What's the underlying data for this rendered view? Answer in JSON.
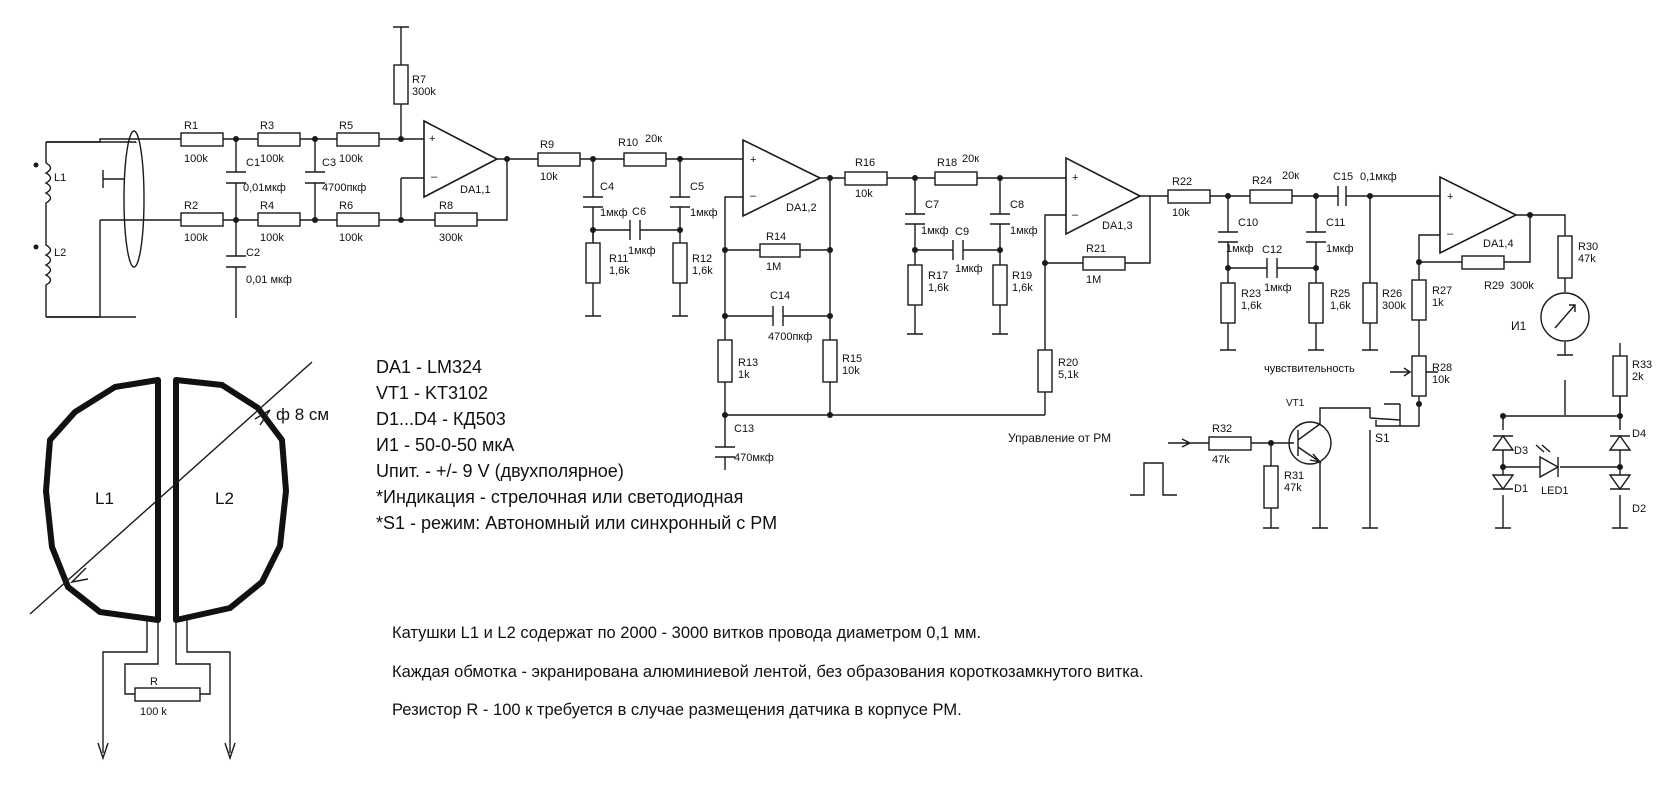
{
  "specs": [
    "DA1 - LM324",
    "VT1 - KT3102",
    "D1...D4 - КД503",
    "И1 - 50-0-50 мкА",
    "Uпит. - +/- 9 V (двухполярное)",
    "*Индикация - стрелочная или светодиодная",
    "*S1 - режим: Автономный или синхронный с РМ"
  ],
  "notes": [
    "Катушки L1 и L2 содержат по 2000 - 3000 витков  провода диаметром 0,1 мм.",
    "Каждая обмотка - экранирована алюминиевой лентой, без образования короткозамкнутого витка.",
    "Резистор R - 100 к требуется в случае размещения датчика в корпусе РМ."
  ],
  "sensor": {
    "coil_left": "L1",
    "coil_right": "L2",
    "diameter": "ф 8 см",
    "resistor_name": "R",
    "resistor_value": "100 k"
  },
  "labels": {
    "control_from_pm": "Управление от РМ",
    "sensitivity": "чувствительность",
    "switch": "S1",
    "transistor": "VT1",
    "meter": "И1"
  },
  "components": [
    {
      "ref": "R1",
      "value": "100k"
    },
    {
      "ref": "R2",
      "value": "100k"
    },
    {
      "ref": "R3",
      "value": "100k"
    },
    {
      "ref": "R4",
      "value": "100k"
    },
    {
      "ref": "R5",
      "value": "100k"
    },
    {
      "ref": "R6",
      "value": "100k"
    },
    {
      "ref": "R7",
      "value": "300k"
    },
    {
      "ref": "R8",
      "value": "300k"
    },
    {
      "ref": "R9",
      "value": "10k"
    },
    {
      "ref": "R10",
      "value": "20к"
    },
    {
      "ref": "R11",
      "value": "1,6k"
    },
    {
      "ref": "R12",
      "value": "1,6k"
    },
    {
      "ref": "R13",
      "value": "1k"
    },
    {
      "ref": "R14",
      "value": "1M"
    },
    {
      "ref": "R15",
      "value": "10k"
    },
    {
      "ref": "R16",
      "value": "10k"
    },
    {
      "ref": "R17",
      "value": "1,6k"
    },
    {
      "ref": "R18",
      "value": "20к"
    },
    {
      "ref": "R19",
      "value": "1,6k"
    },
    {
      "ref": "R20",
      "value": "5,1k"
    },
    {
      "ref": "R21",
      "value": "1M"
    },
    {
      "ref": "R22",
      "value": "10k"
    },
    {
      "ref": "R23",
      "value": "1,6k"
    },
    {
      "ref": "R24",
      "value": "20к"
    },
    {
      "ref": "R25",
      "value": "1,6k"
    },
    {
      "ref": "R26",
      "value": "300k"
    },
    {
      "ref": "R27",
      "value": "1k"
    },
    {
      "ref": "R28",
      "value": "10k"
    },
    {
      "ref": "R29",
      "value": "300k"
    },
    {
      "ref": "R30",
      "value": "47k"
    },
    {
      "ref": "R31",
      "value": "47k"
    },
    {
      "ref": "R32",
      "value": "47k"
    },
    {
      "ref": "R33",
      "value": "2k"
    },
    {
      "ref": "C1",
      "value": "0,01мкф"
    },
    {
      "ref": "C2",
      "value": "0,01 мкф"
    },
    {
      "ref": "C3",
      "value": "4700пкф"
    },
    {
      "ref": "C4",
      "value": "1мкф"
    },
    {
      "ref": "C5",
      "value": "1мкф"
    },
    {
      "ref": "C6",
      "value": "1мкф"
    },
    {
      "ref": "C7",
      "value": "1мкф"
    },
    {
      "ref": "C8",
      "value": "1мкф"
    },
    {
      "ref": "C9",
      "value": "1мкф"
    },
    {
      "ref": "C10",
      "value": "1мкф"
    },
    {
      "ref": "C11",
      "value": "1мкф"
    },
    {
      "ref": "C12",
      "value": "1мкф"
    },
    {
      "ref": "C13",
      "value": "470мкф"
    },
    {
      "ref": "C14",
      "value": "4700пкф"
    },
    {
      "ref": "C15",
      "value": "0,1мкф"
    },
    {
      "ref": "DA1,1",
      "value": ""
    },
    {
      "ref": "DA1,2",
      "value": ""
    },
    {
      "ref": "DA1,3",
      "value": ""
    },
    {
      "ref": "DA1,4",
      "value": ""
    },
    {
      "ref": "D1",
      "value": ""
    },
    {
      "ref": "D2",
      "value": ""
    },
    {
      "ref": "D3",
      "value": ""
    },
    {
      "ref": "D4",
      "value": ""
    },
    {
      "ref": "LED1",
      "value": ""
    }
  ]
}
